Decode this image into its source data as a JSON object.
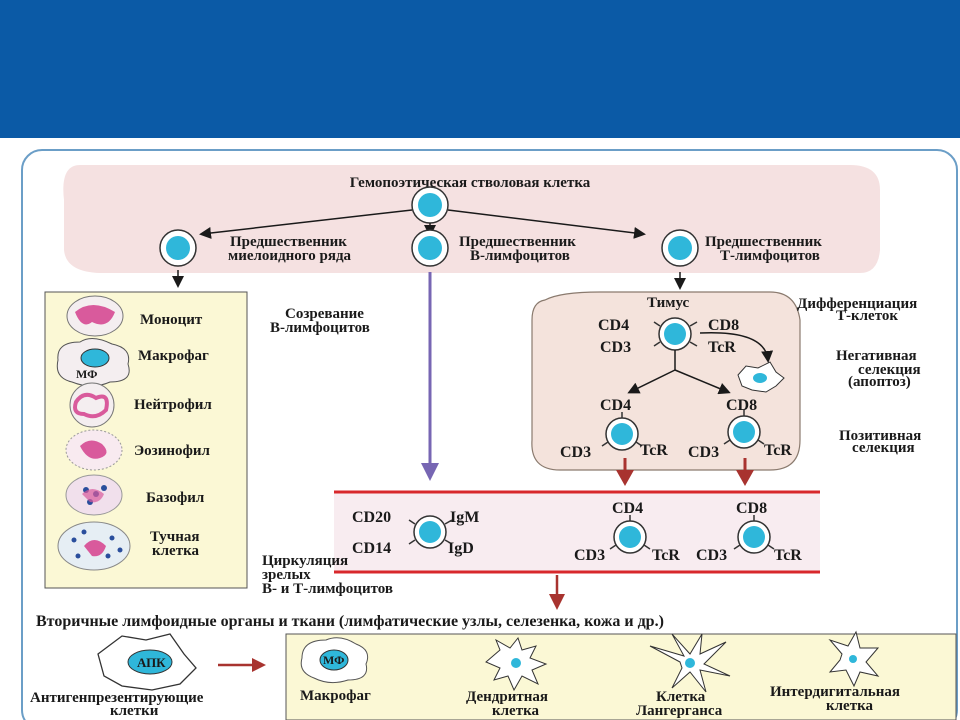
{
  "colors": {
    "banner": "#0b5aa6",
    "cell_fill": "#2fb7da",
    "pink_band": "#f5e1e1",
    "yellow_panel": "#fbf8d5",
    "red_line": "#d8282c",
    "purple_arrow": "#7766b3",
    "dark_red_arrow": "#a8332f"
  },
  "hsc": {
    "title": "Гемопоэтическая стволовая клетка"
  },
  "progenitors": {
    "myeloid": [
      "Предшественник",
      "миелоидного ряда"
    ],
    "b": [
      "Предшественник",
      "В-лимфоцитов"
    ],
    "t": [
      "Предшественник",
      "Т-лимфоцитов"
    ]
  },
  "myeloid_cells": {
    "monocyte": "Моноцит",
    "macrophage": "Макрофаг",
    "macrophage_abbr": "МФ",
    "neutrophil": "Нейтрофил",
    "eosinophil": "Эозинофил",
    "basophil": "Базофил",
    "mast": [
      "Тучная",
      "клетка"
    ]
  },
  "b_maturation": [
    "Созревание",
    "В-лимфоцитов"
  ],
  "thymus": {
    "title": "Тимус",
    "cd4": "CD4",
    "cd8": "CD8",
    "cd3": "CD3",
    "tcr": "TcR",
    "diff": [
      "Дифференциация",
      "Т-клеток"
    ],
    "neg": [
      "Негативная",
      "селекция",
      "(апоптоз)"
    ],
    "pos": [
      "Позитивная",
      "селекция"
    ]
  },
  "circulation": {
    "cd20": "CD20",
    "igm": "IgM",
    "cd14": "CD14",
    "igd": "IgD",
    "cd4": "CD4",
    "cd8": "CD8",
    "cd3": "CD3",
    "tcr": "TcR",
    "caption": [
      "Циркуляция",
      "зрелых",
      "В- и Т-лимфоцитов"
    ]
  },
  "secondary": {
    "title": "Вторичные лимфоидные органы и ткани (лимфатические узлы, селезенка, кожа и др.)"
  },
  "apc": {
    "abbr": "АПК",
    "label": [
      "Антигенпрезентирующие",
      "клетки"
    ]
  },
  "apc_types": {
    "macrophage": "Макрофаг",
    "macrophage_abbr": "МФ",
    "dendritic": [
      "Дендритная",
      "клетка"
    ],
    "langerhans": [
      "Клетка",
      "Лангерганса"
    ],
    "interdigitating": [
      "Интердигитальная",
      "клетка"
    ]
  }
}
